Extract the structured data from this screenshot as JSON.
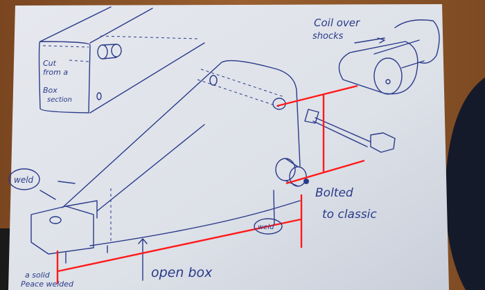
{
  "annotations": {
    "cut_line1": "Cut",
    "cut_line2": "from a",
    "cut_line3": "Box",
    "cut_line4": "section",
    "weld_left": "weld",
    "weld_right": "weld",
    "solid_line1": "a solid",
    "solid_line2": "Peace welded",
    "open_box": "open box",
    "coil_line1": "Coil over",
    "coil_line2": "shocks",
    "bolted_line1": "Bolted",
    "bolted_line2": "to classic"
  },
  "colors": {
    "paper": "#dfe3ea",
    "ink": "#2a3a8a",
    "red_markup": "#ff1a1a",
    "wood": "#8a5428"
  }
}
